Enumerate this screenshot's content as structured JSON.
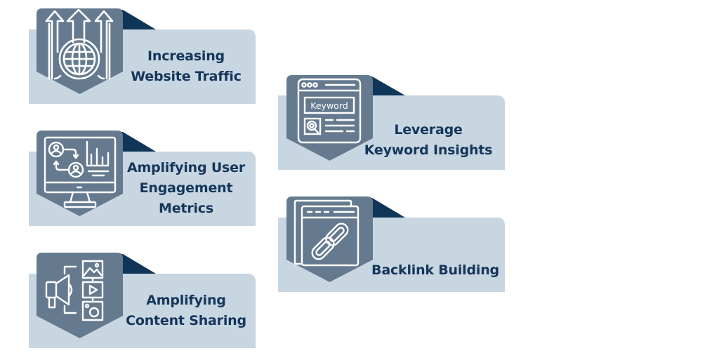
{
  "colors": {
    "card": "#c8d6e2",
    "shield": "#667a8f",
    "fold": "#0f3659",
    "text": "#14365a",
    "icon": "#ffffff"
  },
  "items": [
    {
      "id": "traffic",
      "icon": "globe-arrows-icon",
      "lines": [
        "Increasing",
        "Website Traffic"
      ]
    },
    {
      "id": "keyword",
      "icon": "keyword-browser-icon",
      "icon_text": "Keyword",
      "lines": [
        "Leverage",
        "Keyword Insights"
      ]
    },
    {
      "id": "engagement",
      "icon": "monitor-users-chart-icon",
      "lines": [
        "Amplifying User",
        "Engagement",
        "Metrics"
      ]
    },
    {
      "id": "backlink",
      "icon": "browser-link-icon",
      "lines": [
        "Backlink Building"
      ]
    },
    {
      "id": "sharing",
      "icon": "megaphone-media-icon",
      "lines": [
        "Amplifying",
        "Content Sharing"
      ]
    }
  ]
}
